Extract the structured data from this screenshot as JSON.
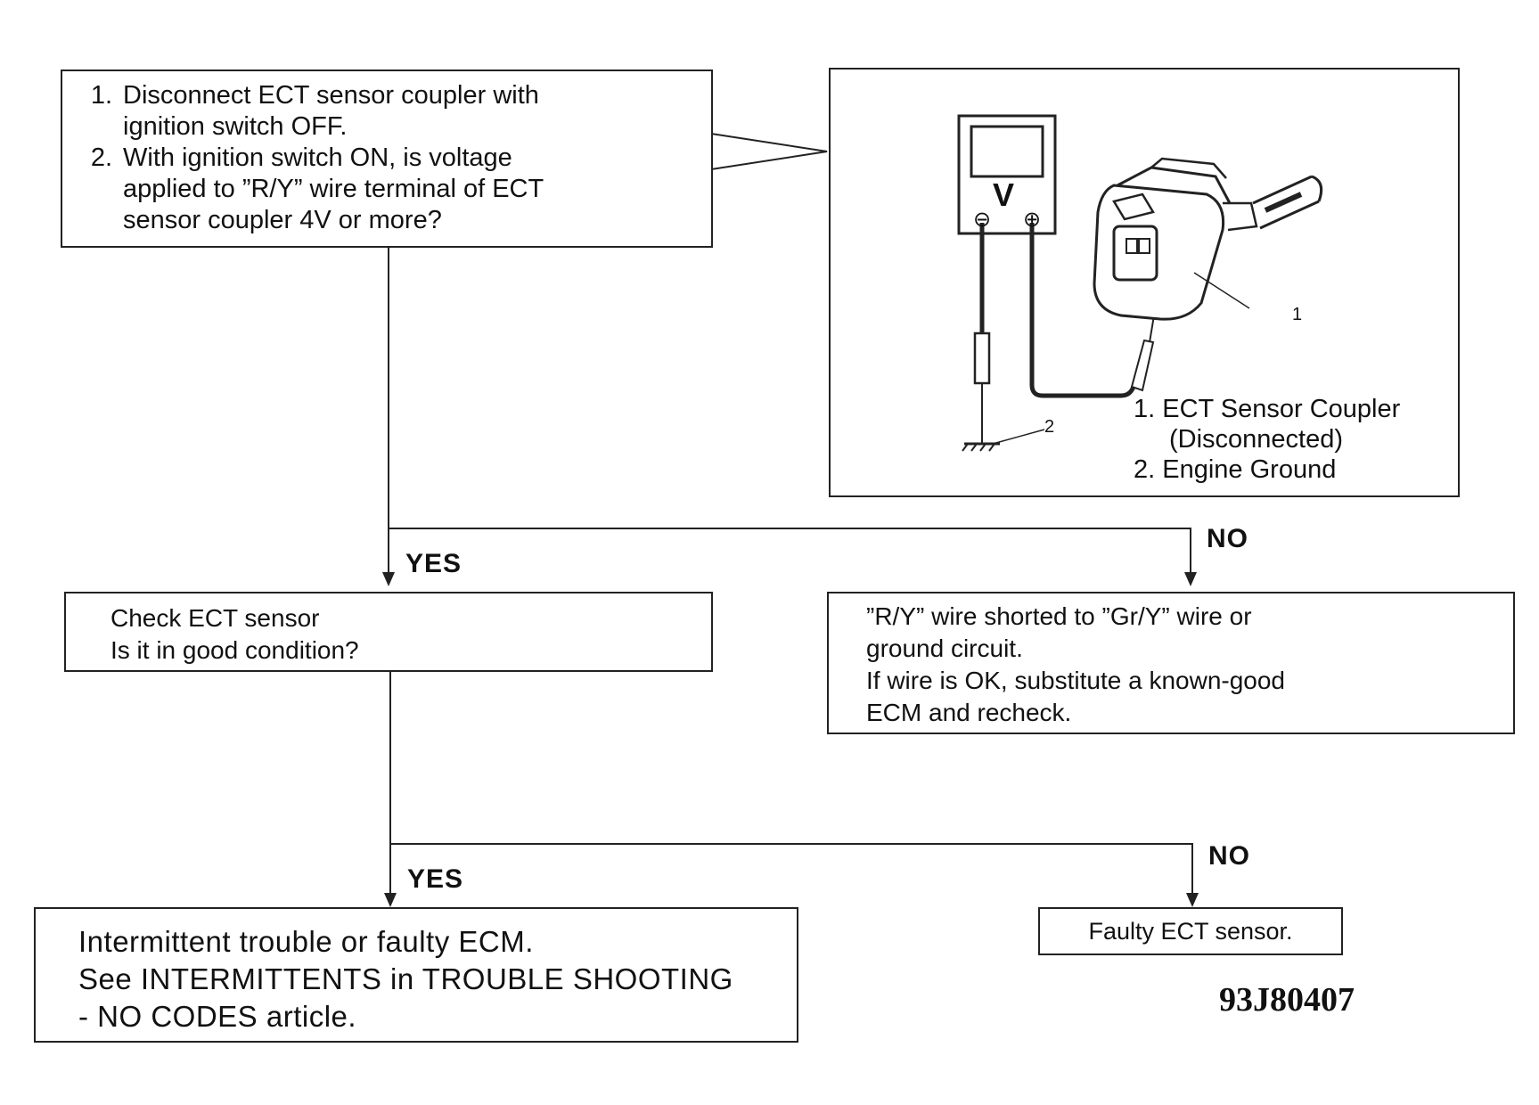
{
  "step_box": {
    "items": [
      {
        "num": "1.",
        "lines": [
          "Disconnect ECT sensor coupler with",
          "ignition switch OFF."
        ]
      },
      {
        "num": "2.",
        "lines": [
          "With ignition switch ON, is voltage",
          "applied to ”R/Y” wire terminal of ECT",
          "sensor coupler 4V or more?"
        ]
      }
    ]
  },
  "illustration": {
    "meter_symbol": "V",
    "minus_symbol": "⊖",
    "plus_symbol": "⊕",
    "callout_1": "1",
    "callout_2": "2",
    "legend": {
      "item1_num": "1.",
      "item1_line1": "ECT Sensor Coupler",
      "item1_line2": "(Disconnected)",
      "item2_num": "2.",
      "item2_line1": "Engine Ground"
    }
  },
  "branch1": {
    "yes_label": "YES",
    "no_label": "NO"
  },
  "check_box": {
    "line1": "Check ECT sensor",
    "line2": "Is it in good condition?"
  },
  "short_box": {
    "line1": "”R/Y” wire shorted to ”Gr/Y” wire or",
    "line2": "ground circuit.",
    "line3": "If wire is OK, substitute a known-good",
    "line4": "ECM and recheck."
  },
  "branch2": {
    "yes_label": "YES",
    "no_label": "NO"
  },
  "intermittent_box": {
    "line1": "Intermittent trouble or faulty ECM.",
    "line2": "See INTERMITTENTS in TROUBLE SHOOTING",
    "line3": "- NO CODES article."
  },
  "faulty_box": {
    "text": "Faulty ECT sensor."
  },
  "figure_code": "93J80407"
}
